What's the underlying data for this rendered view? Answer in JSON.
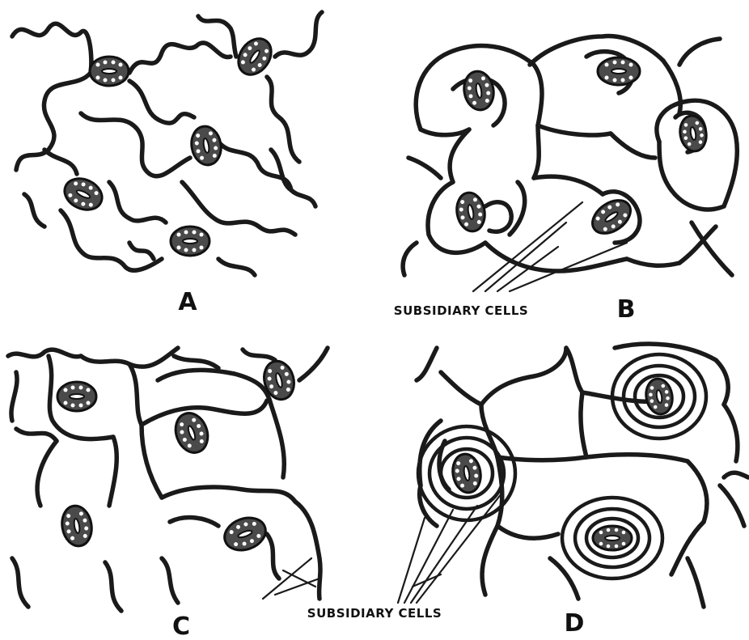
{
  "panels": [
    {
      "id": "A",
      "letter": "A"
    },
    {
      "id": "B",
      "letter": "B"
    },
    {
      "id": "C",
      "letter": "C"
    },
    {
      "id": "D",
      "letter": "D"
    }
  ],
  "annotations": {
    "subsidiary_top": "SUBSIDIARY CELLS",
    "subsidiary_bottom": "SUBSIDIARY CELLS"
  }
}
